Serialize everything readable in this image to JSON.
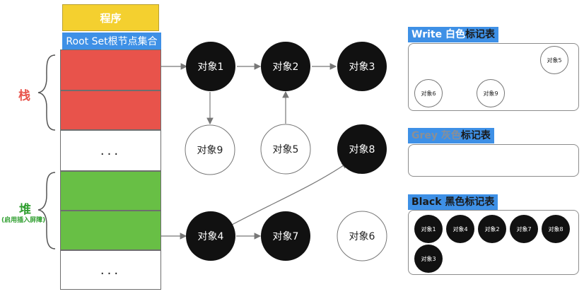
{
  "left": {
    "program_label": "程序",
    "root_set_label": "Root Set根节点集合",
    "stack_label": "栈",
    "heap_label": "堆",
    "heap_sub_label": "(启用插入屏障)",
    "ellipsis": "..."
  },
  "nodes": {
    "obj1": "对象1",
    "obj2": "对象2",
    "obj3": "对象3",
    "obj4": "对象4",
    "obj5": "对象5",
    "obj6": "对象6",
    "obj7": "对象7",
    "obj8": "对象8",
    "obj9": "对象9"
  },
  "panels": {
    "white": {
      "title_en": "Write",
      "title_color": "白色",
      "title_suffix": "标记表",
      "items": [
        "对象5",
        "对象6",
        "对象9"
      ]
    },
    "grey": {
      "title_en": "Grey",
      "title_color": "灰色",
      "title_suffix": "标记表",
      "items": []
    },
    "black": {
      "title_en": "Black",
      "title_color": "黑色",
      "title_suffix": "标记表",
      "items": [
        "对象1",
        "对象4",
        "对象2",
        "对象7",
        "对象8",
        "对象3"
      ]
    }
  },
  "colors": {
    "stack_red": "#e8534b",
    "heap_green": "#68bf45",
    "program_yellow": "#f4d02f",
    "tag_blue": "#3e90e6",
    "black_node": "#111111"
  }
}
